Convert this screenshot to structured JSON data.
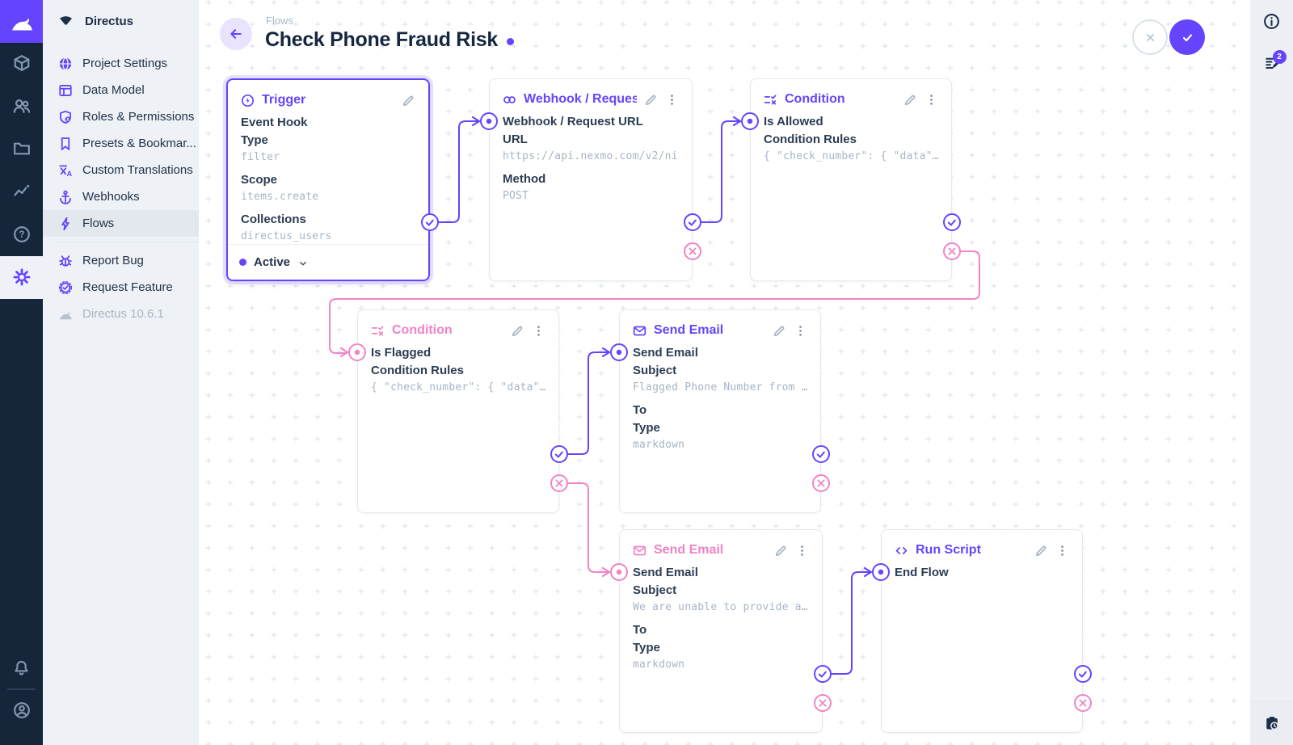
{
  "app": {
    "project_name": "Directus"
  },
  "module_bar": {
    "items": [
      {
        "id": "content",
        "icon": "box"
      },
      {
        "id": "users",
        "icon": "users"
      },
      {
        "id": "files",
        "icon": "folder"
      },
      {
        "id": "insights",
        "icon": "insights"
      },
      {
        "id": "help",
        "icon": "help"
      },
      {
        "id": "settings",
        "icon": "gear",
        "active": true
      }
    ],
    "bottom_items": [
      {
        "id": "notifications",
        "icon": "bell"
      },
      {
        "id": "account",
        "icon": "account"
      }
    ]
  },
  "sidebar": {
    "items": [
      {
        "label": "Project Settings",
        "icon": "globe"
      },
      {
        "label": "Data Model",
        "icon": "data-model"
      },
      {
        "label": "Roles & Permissions",
        "icon": "shield-user"
      },
      {
        "label": "Presets & Bookmar...",
        "icon": "bookmark"
      },
      {
        "label": "Custom Translations",
        "icon": "translate"
      },
      {
        "label": "Webhooks",
        "icon": "anchor"
      },
      {
        "label": "Flows",
        "icon": "bolt",
        "active": true
      }
    ],
    "secondary_items": [
      {
        "label": "Report Bug",
        "icon": "bug"
      },
      {
        "label": "Request Feature",
        "icon": "rosette-check"
      }
    ],
    "version": "Directus 10.6.1"
  },
  "header": {
    "breadcrumb": "Flows",
    "title": "Check Phone Fraud Risk"
  },
  "right_bar": {
    "notification_count": "2"
  },
  "flow": {
    "panels": [
      {
        "id": "trigger",
        "title": "Trigger",
        "accent": "purple",
        "icon": "trigger",
        "actions": [
          "edit"
        ],
        "rows": [
          {
            "label": "Event Hook"
          },
          {
            "label": "Type",
            "value": "filter"
          },
          {
            "label": "Scope",
            "value": "items.create"
          },
          {
            "label": "Collections",
            "value": "directus_users"
          }
        ],
        "footer": {
          "label": "Active"
        }
      },
      {
        "id": "webhook",
        "title": "Webhook / Request URL",
        "accent": "purple",
        "icon": "link",
        "actions": [
          "edit",
          "menu"
        ],
        "input": {
          "label": "Webhook / Request URL",
          "color": "purple"
        },
        "rows": [
          {
            "label": "URL",
            "value": "https://api.nexmo.com/v2/ni"
          },
          {
            "label": "Method",
            "value": "POST"
          }
        ]
      },
      {
        "id": "condition-allowed",
        "title": "Condition",
        "accent": "purple",
        "icon": "condition",
        "actions": [
          "edit",
          "menu"
        ],
        "input": {
          "label": "Is Allowed",
          "color": "purple"
        },
        "rows": [
          {
            "label": "Condition Rules",
            "value": "{ \"check_number\": { \"data\"…"
          }
        ]
      },
      {
        "id": "condition-flagged",
        "title": "Condition",
        "accent": "pink",
        "icon": "condition",
        "actions": [
          "edit",
          "menu"
        ],
        "input": {
          "label": "Is Flagged",
          "color": "pink"
        },
        "rows": [
          {
            "label": "Condition Rules",
            "value": "{ \"check_number\": { \"data\"…"
          }
        ]
      },
      {
        "id": "email-flagged",
        "title": "Send Email",
        "accent": "purple",
        "icon": "email",
        "actions": [
          "edit",
          "menu"
        ],
        "input": {
          "label": "Send Email",
          "color": "purple"
        },
        "rows": [
          {
            "label": "Subject",
            "value": "Flagged Phone Number from …"
          },
          {
            "label": "To"
          },
          {
            "label": "Type",
            "value": "markdown"
          }
        ]
      },
      {
        "id": "email-unable",
        "title": "Send Email",
        "accent": "pink",
        "icon": "email",
        "actions": [
          "edit",
          "menu"
        ],
        "input": {
          "label": "Send Email",
          "color": "pink"
        },
        "rows": [
          {
            "label": "Subject",
            "value": "We are unable to provide a…"
          },
          {
            "label": "To"
          },
          {
            "label": "Type",
            "value": "markdown"
          }
        ]
      },
      {
        "id": "run-script",
        "title": "Run Script",
        "accent": "purple",
        "icon": "code",
        "actions": [
          "edit",
          "menu"
        ],
        "input": {
          "label": "End Flow",
          "color": "purple"
        },
        "rows": []
      }
    ],
    "connections": [
      {
        "from": "trigger",
        "port": "resolve",
        "to": "webhook",
        "color": "purple"
      },
      {
        "from": "webhook",
        "port": "resolve",
        "to": "condition-allowed",
        "color": "purple"
      },
      {
        "from": "condition-allowed",
        "port": "reject",
        "to": "condition-flagged",
        "color": "pink"
      },
      {
        "from": "condition-flagged",
        "port": "resolve",
        "to": "email-flagged",
        "color": "purple"
      },
      {
        "from": "condition-flagged",
        "port": "reject",
        "to": "email-unable",
        "color": "pink"
      },
      {
        "from": "email-unable",
        "port": "resolve",
        "to": "run-script",
        "color": "purple"
      }
    ]
  },
  "colors": {
    "purple": "#6644ff",
    "pink": "#f084c6",
    "canvas_dot": "#e3e9f0"
  }
}
